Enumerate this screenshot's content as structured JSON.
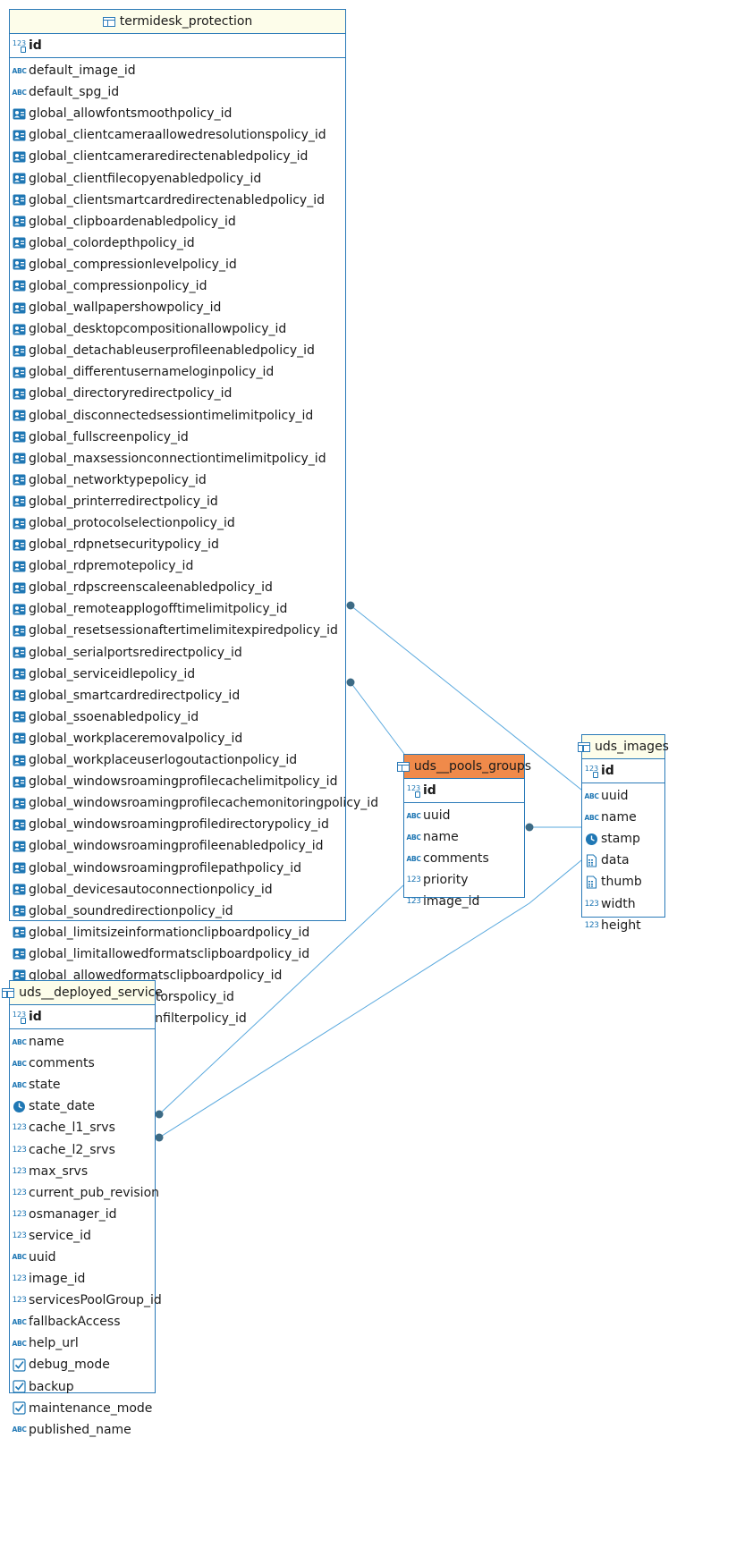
{
  "tables": [
    {
      "id": "termidesk_protection",
      "title": "termidesk_protection",
      "selected": false,
      "pk": {
        "type": "key",
        "name": "id"
      },
      "columns": [
        {
          "type": "abc",
          "name": "default_image_id"
        },
        {
          "type": "abc",
          "name": "default_spg_id"
        },
        {
          "type": "ref",
          "name": "global_allowfontsmoothpolicy_id"
        },
        {
          "type": "ref",
          "name": "global_clientcameraallowedresolutionspolicy_id"
        },
        {
          "type": "ref",
          "name": "global_clientcameraredirectenabledpolicy_id"
        },
        {
          "type": "ref",
          "name": "global_clientfilecopyenabledpolicy_id"
        },
        {
          "type": "ref",
          "name": "global_clientsmartcardredirectenabledpolicy_id"
        },
        {
          "type": "ref",
          "name": "global_clipboardenabledpolicy_id"
        },
        {
          "type": "ref",
          "name": "global_colordepthpolicy_id"
        },
        {
          "type": "ref",
          "name": "global_compressionlevelpolicy_id"
        },
        {
          "type": "ref",
          "name": "global_compressionpolicy_id"
        },
        {
          "type": "ref",
          "name": "global_wallpapershowpolicy_id"
        },
        {
          "type": "ref",
          "name": "global_desktopcompositionallowpolicy_id"
        },
        {
          "type": "ref",
          "name": "global_detachableuserprofileenabledpolicy_id"
        },
        {
          "type": "ref",
          "name": "global_differentusernameloginpolicy_id"
        },
        {
          "type": "ref",
          "name": "global_directoryredirectpolicy_id"
        },
        {
          "type": "ref",
          "name": "global_disconnectedsessiontimelimitpolicy_id"
        },
        {
          "type": "ref",
          "name": "global_fullscreenpolicy_id"
        },
        {
          "type": "ref",
          "name": "global_maxsessionconnectiontimelimitpolicy_id"
        },
        {
          "type": "ref",
          "name": "global_networktypepolicy_id"
        },
        {
          "type": "ref",
          "name": "global_printerredirectpolicy_id"
        },
        {
          "type": "ref",
          "name": "global_protocolselectionpolicy_id"
        },
        {
          "type": "ref",
          "name": "global_rdpnetsecuritypolicy_id"
        },
        {
          "type": "ref",
          "name": "global_rdpremotepolicy_id"
        },
        {
          "type": "ref",
          "name": "global_rdpscreenscaleenabledpolicy_id"
        },
        {
          "type": "ref",
          "name": "global_remoteapplogofftimelimitpolicy_id"
        },
        {
          "type": "ref",
          "name": "global_resetsessionaftertimelimitexpiredpolicy_id"
        },
        {
          "type": "ref",
          "name": "global_serialportsredirectpolicy_id"
        },
        {
          "type": "ref",
          "name": "global_serviceidlepolicy_id"
        },
        {
          "type": "ref",
          "name": "global_smartcardredirectpolicy_id"
        },
        {
          "type": "ref",
          "name": "global_ssoenabledpolicy_id"
        },
        {
          "type": "ref",
          "name": "global_workplaceremovalpolicy_id"
        },
        {
          "type": "ref",
          "name": "global_workplaceuserlogoutactionpolicy_id"
        },
        {
          "type": "ref",
          "name": "global_windowsroamingprofilecachelimitpolicy_id"
        },
        {
          "type": "ref",
          "name": "global_windowsroamingprofilecachemonitoringpolicy_id"
        },
        {
          "type": "ref",
          "name": "global_windowsroamingprofiledirectorypolicy_id"
        },
        {
          "type": "ref",
          "name": "global_windowsroamingprofileenabledpolicy_id"
        },
        {
          "type": "ref",
          "name": "global_windowsroamingprofilepathpolicy_id"
        },
        {
          "type": "ref",
          "name": "global_devicesautoconnectionpolicy_id"
        },
        {
          "type": "ref",
          "name": "global_soundredirectionpolicy_id"
        },
        {
          "type": "ref",
          "name": "global_limitsizeinformationclipboardpolicy_id"
        },
        {
          "type": "ref",
          "name": "global_limitallowedformatsclipboardpolicy_id"
        },
        {
          "type": "ref",
          "name": "global_allowedformatsclipboardpolicy_id"
        },
        {
          "type": "ref",
          "name": "global_multiplemonitorspolicy_id"
        },
        {
          "type": "ref",
          "name": "global_usbredirectionfilterpolicy_id"
        }
      ]
    },
    {
      "id": "uds_pools_groups",
      "title": "uds__pools_groups",
      "selected": true,
      "pk": {
        "type": "key",
        "name": "id"
      },
      "columns": [
        {
          "type": "abc",
          "name": "uuid"
        },
        {
          "type": "abc",
          "name": "name"
        },
        {
          "type": "abc",
          "name": "comments"
        },
        {
          "type": "num",
          "name": "priority"
        },
        {
          "type": "num",
          "name": "image_id"
        }
      ]
    },
    {
      "id": "uds_images",
      "title": "uds_images",
      "selected": false,
      "pk": {
        "type": "key",
        "name": "id"
      },
      "columns": [
        {
          "type": "abc",
          "name": "uuid"
        },
        {
          "type": "abc",
          "name": "name"
        },
        {
          "type": "clock",
          "name": "stamp"
        },
        {
          "type": "doc",
          "name": "data"
        },
        {
          "type": "doc",
          "name": "thumb"
        },
        {
          "type": "num",
          "name": "width"
        },
        {
          "type": "num",
          "name": "height"
        }
      ]
    },
    {
      "id": "uds_deployed_service",
      "title": "uds__deployed_service",
      "selected": false,
      "pk": {
        "type": "key",
        "name": "id"
      },
      "columns": [
        {
          "type": "abc",
          "name": "name"
        },
        {
          "type": "abc",
          "name": "comments"
        },
        {
          "type": "abc",
          "name": "state"
        },
        {
          "type": "clock",
          "name": "state_date"
        },
        {
          "type": "num",
          "name": "cache_l1_srvs"
        },
        {
          "type": "num",
          "name": "cache_l2_srvs"
        },
        {
          "type": "num",
          "name": "max_srvs"
        },
        {
          "type": "num",
          "name": "current_pub_revision"
        },
        {
          "type": "num",
          "name": "osmanager_id"
        },
        {
          "type": "num",
          "name": "service_id"
        },
        {
          "type": "abc",
          "name": "uuid"
        },
        {
          "type": "num",
          "name": "image_id"
        },
        {
          "type": "num",
          "name": "servicesPoolGroup_id"
        },
        {
          "type": "abc",
          "name": "fallbackAccess"
        },
        {
          "type": "abc",
          "name": "help_url"
        },
        {
          "type": "check",
          "name": "debug_mode"
        },
        {
          "type": "check",
          "name": "backup"
        },
        {
          "type": "check",
          "name": "maintenance_mode"
        },
        {
          "type": "abc",
          "name": "published_name"
        }
      ]
    }
  ],
  "type_glyphs": {
    "abc": "ABC",
    "num": "123",
    "key": "123"
  },
  "icon_names": {
    "abc": "text-type-icon",
    "num": "numeric-type-icon",
    "key": "primary-key-icon",
    "ref": "reference-icon",
    "clock": "timestamp-icon",
    "doc": "binary-data-icon",
    "check": "boolean-check-icon"
  },
  "colors": {
    "border": "#2a7ab8",
    "header": "#fdfdea",
    "selected_header": "#f08a4a",
    "link": "#5aa9de",
    "dot": "#3d6b85"
  }
}
